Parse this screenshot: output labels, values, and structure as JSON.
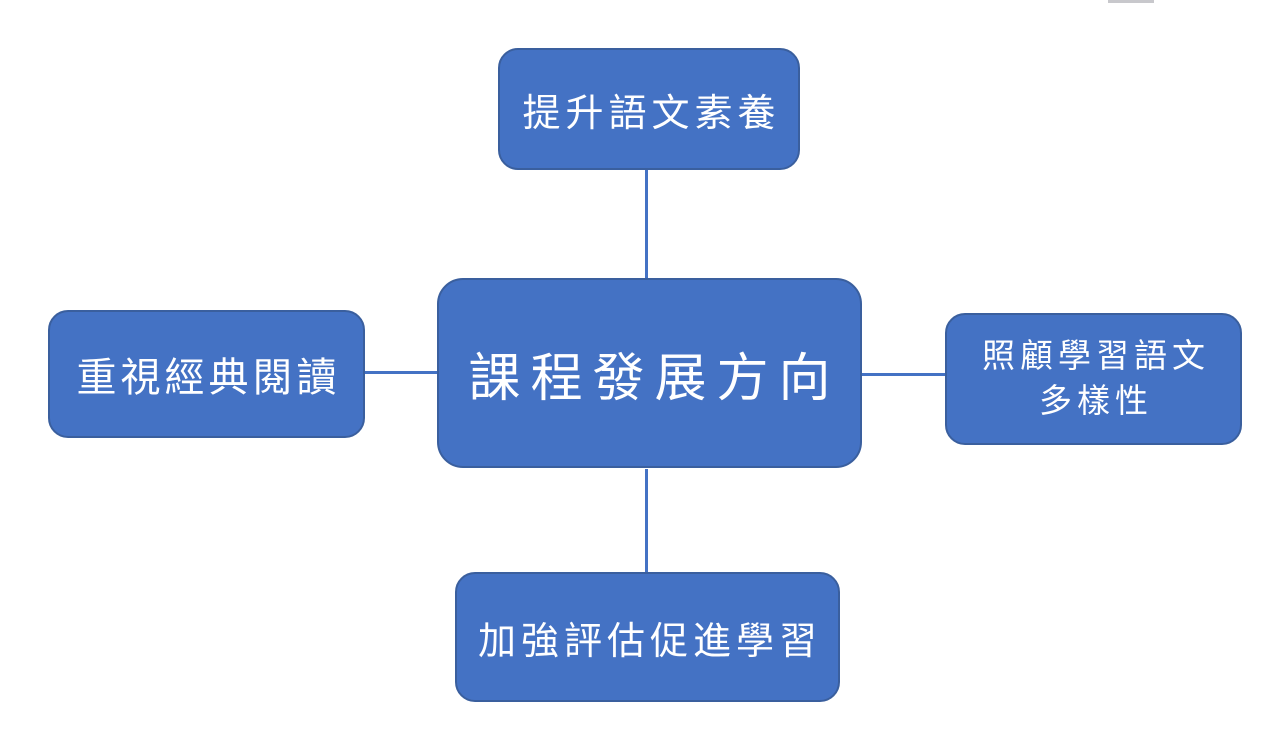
{
  "theme": {
    "background": "#ffffff",
    "node_fill": "#4472C4",
    "node_border": "#3A5F9E",
    "connector_color": "#4472C4",
    "text_color": "#ffffff",
    "artifact_color": "#c8c8cc"
  },
  "diagram": {
    "type": "radial-concept-map",
    "nodes": {
      "center": {
        "label": "課程發展方向"
      },
      "top": {
        "label": "提升語文素養"
      },
      "left": {
        "label": "重視經典閱讀"
      },
      "right": {
        "label_line1": "照顧學習語文",
        "label_line2": "多樣性"
      },
      "bottom": {
        "label": "加強評估促進學習"
      }
    },
    "connections": [
      {
        "from": "center",
        "to": "top"
      },
      {
        "from": "center",
        "to": "left"
      },
      {
        "from": "center",
        "to": "right"
      },
      {
        "from": "center",
        "to": "bottom"
      }
    ]
  }
}
